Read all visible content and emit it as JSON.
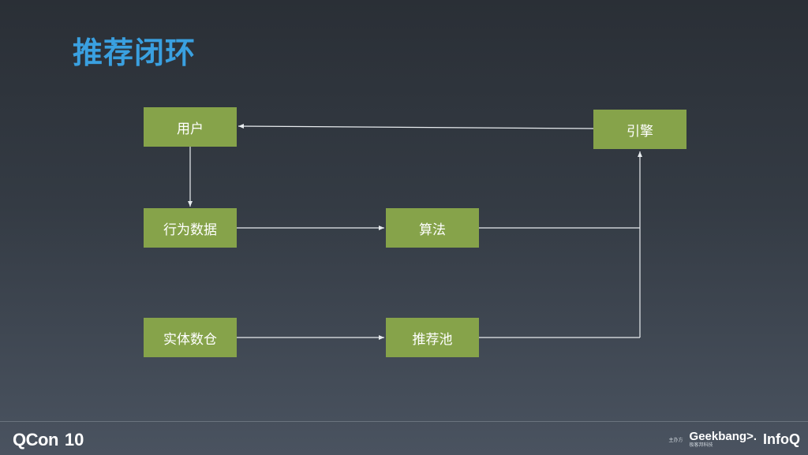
{
  "slide": {
    "title": "推荐闭环"
  },
  "diagram": {
    "nodes": {
      "user": "用户",
      "engine": "引擎",
      "behavior_data": "行为数据",
      "algorithm": "算法",
      "entity_warehouse": "实体数仓",
      "recommend_pool": "推荐池"
    },
    "colors": {
      "node_fill": "#86a34a",
      "edge": "#e8ecef",
      "title": "#3aa0e0"
    }
  },
  "footer": {
    "qcon": "QCon",
    "qcon_edition": "10",
    "host_label": "主办方",
    "geekbang": "Geekbang>.",
    "geekbang_sub": "极客邦科技",
    "infoq": "InfoQ"
  }
}
